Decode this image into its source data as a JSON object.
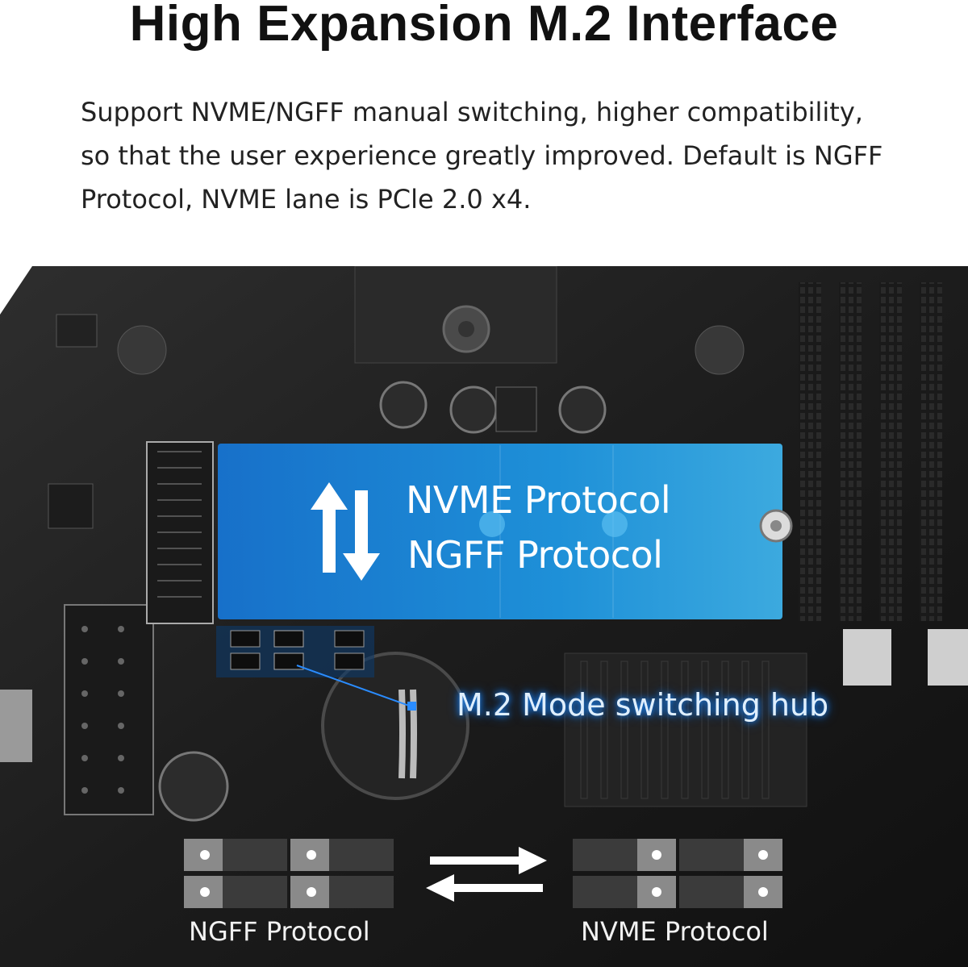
{
  "title": "High Expansion M.2 Interface",
  "description": {
    "line1": "Support NVME/NGFF manual switching, higher compatibility,",
    "line2": "so that the user experience greatly improved. Default is NGFF",
    "line3": "Protocol, NVME lane is PCle 2.0 x4."
  },
  "m2_card": {
    "nvme_label": "NVME  Protocol",
    "ngff_label": "NGFF  Protocol",
    "accent_color": "#1a8fe6"
  },
  "hub_label": "M.2 Mode switching hub",
  "jumpers": {
    "left_label": "NGFF Protocol",
    "right_label": "NVME Protocol"
  }
}
